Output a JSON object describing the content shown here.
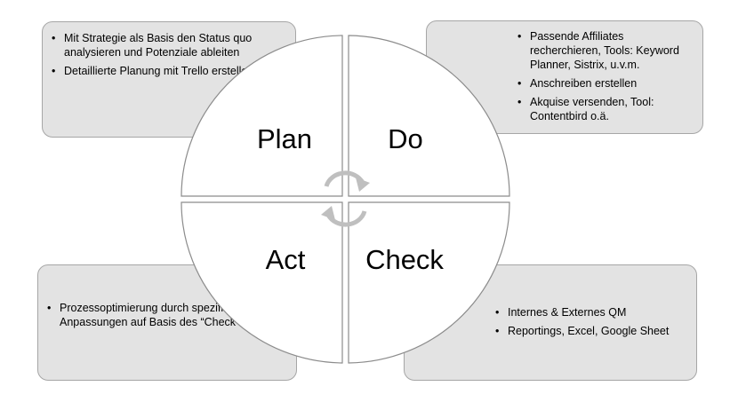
{
  "quadrants": {
    "plan": {
      "label": "Plan"
    },
    "do": {
      "label": "Do"
    },
    "act": {
      "label": "Act"
    },
    "check": {
      "label": "Check"
    }
  },
  "boxes": {
    "plan": {
      "bullets": [
        "Mit Strategie als Basis den Status quo analysieren und Potenziale ableiten",
        "Detaillierte Planung mit Trello erstellen"
      ]
    },
    "do": {
      "bullets": [
        "Passende Affiliates recherchieren, Tools: Keyword Planner, Sistrix, u.v.m.",
        "Anschreiben erstellen",
        "Akquise versenden, Tool: Contentbird o.ä."
      ]
    },
    "act": {
      "bullets": [
        "Prozessoptimierung durch spezifische Anpassungen auf Basis des “Check”"
      ]
    },
    "check": {
      "bullets": [
        "Internes & Externes QM",
        "Reportings, Excel, Google Sheet"
      ]
    }
  },
  "colors": {
    "box_fill": "#e3e3e3",
    "box_border": "#a6a6a6",
    "circle_stroke": "#8c8c8c",
    "arrow": "#bfbfbf"
  }
}
